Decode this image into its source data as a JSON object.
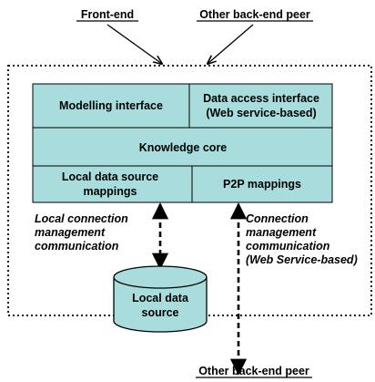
{
  "top_labels": {
    "front_end": "Front-end",
    "other_peer_top": "Other back-end peer"
  },
  "bottom_label": {
    "other_peer_bottom": "Other back-end peer"
  },
  "core_box": {
    "modelling_interface": "Modelling interface",
    "data_access_line1": "Data access interface",
    "data_access_line2": "(Web service-based)",
    "knowledge_core": "Knowledge core",
    "local_mappings_line1": "Local data source",
    "local_mappings_line2": "mappings",
    "p2p_mappings": "P2P mappings"
  },
  "left_annotation": {
    "line1": "Local connection",
    "line2": "management",
    "line3": "communication"
  },
  "right_annotation": {
    "line1": "Connection",
    "line2": "management",
    "line3": "communication",
    "line4": "(Web Service-based)"
  },
  "database": {
    "line1": "Local data",
    "line2": "source"
  },
  "colors": {
    "box_fill": "#a9dcdc",
    "stroke": "#000000",
    "background": "#ffffff"
  }
}
